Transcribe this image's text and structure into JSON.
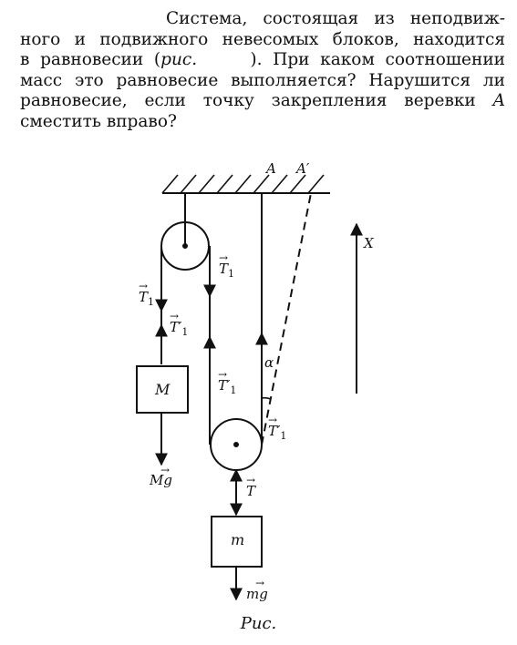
{
  "problem": {
    "line1": "Система, состоящая из неподвиж-",
    "line2": "ного и подвижного невесомых блоков, находится",
    "line3_a": "в равновесии (",
    "line3_ref": "рис.",
    "line3_b": "     ). При каком соотношении",
    "line4": "масс это равновесие выполняется? Нарушится ли",
    "line5": "равновесие, если точку закрепления веревки ",
    "line5_point": "A",
    "line6": "сместить вправо?"
  },
  "figure": {
    "point_A": "A",
    "point_A_prime": "A′",
    "axis_label": "X",
    "mass_big": "M",
    "mass_small": "m",
    "tension_T1": "T",
    "tension_T1_sub": "1",
    "tension_T1_prime": "T′",
    "tension_T": "T",
    "angle_label": "α",
    "weight_big": "Mg",
    "weight_small": "mg"
  },
  "caption": "Рис."
}
